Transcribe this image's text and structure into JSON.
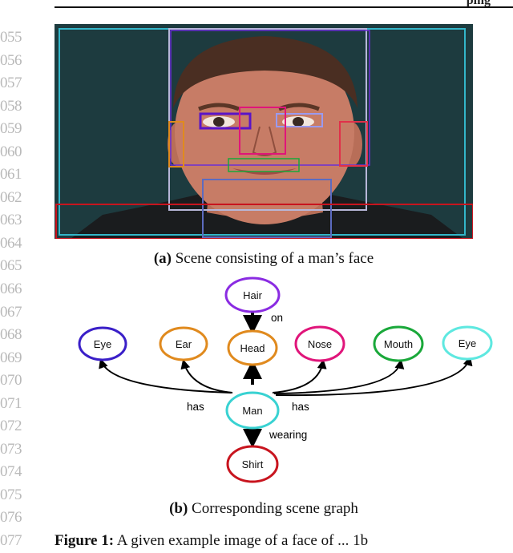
{
  "page": {
    "header_fragment": "ping",
    "line_numbers": [
      "055",
      "056",
      "057",
      "058",
      "059",
      "060",
      "061",
      "062",
      "063",
      "064",
      "065",
      "066",
      "067",
      "068",
      "069",
      "070",
      "071",
      "072",
      "073",
      "074",
      "075",
      "076",
      "077"
    ]
  },
  "figure": {
    "subfig_a": {
      "tag": "(a)",
      "text": "Scene consisting of a man’s face"
    },
    "subfig_b": {
      "tag": "(b)",
      "text": "Corresponding scene graph"
    },
    "caption_start": {
      "tag": "Figure 1:",
      "text": "A given example image of a face of ... 1b"
    }
  },
  "scene_graph": {
    "nodes": [
      {
        "id": "hair",
        "label": "Hair",
        "color": "#8a2be2"
      },
      {
        "id": "eye_left",
        "label": "Eye",
        "color": "#3a1fc8"
      },
      {
        "id": "ear",
        "label": "Ear",
        "color": "#e08a1e"
      },
      {
        "id": "head",
        "label": "Head",
        "color": "#e08a1e"
      },
      {
        "id": "nose",
        "label": "Nose",
        "color": "#e0157a"
      },
      {
        "id": "mouth",
        "label": "Mouth",
        "color": "#1aa83a"
      },
      {
        "id": "eye_right",
        "label": "Eye",
        "color": "#5ee8e0"
      },
      {
        "id": "man",
        "label": "Man",
        "color": "#39d2d2"
      },
      {
        "id": "shirt",
        "label": "Shirt",
        "color": "#c8141e"
      }
    ],
    "edge_labels": {
      "on": "on",
      "has_left": "has",
      "has_right": "has",
      "wearing": "wearing"
    }
  },
  "colors": {
    "photo_background": "#1d3b3f",
    "skin": "#c77c66",
    "hair": "#4a2e22"
  }
}
